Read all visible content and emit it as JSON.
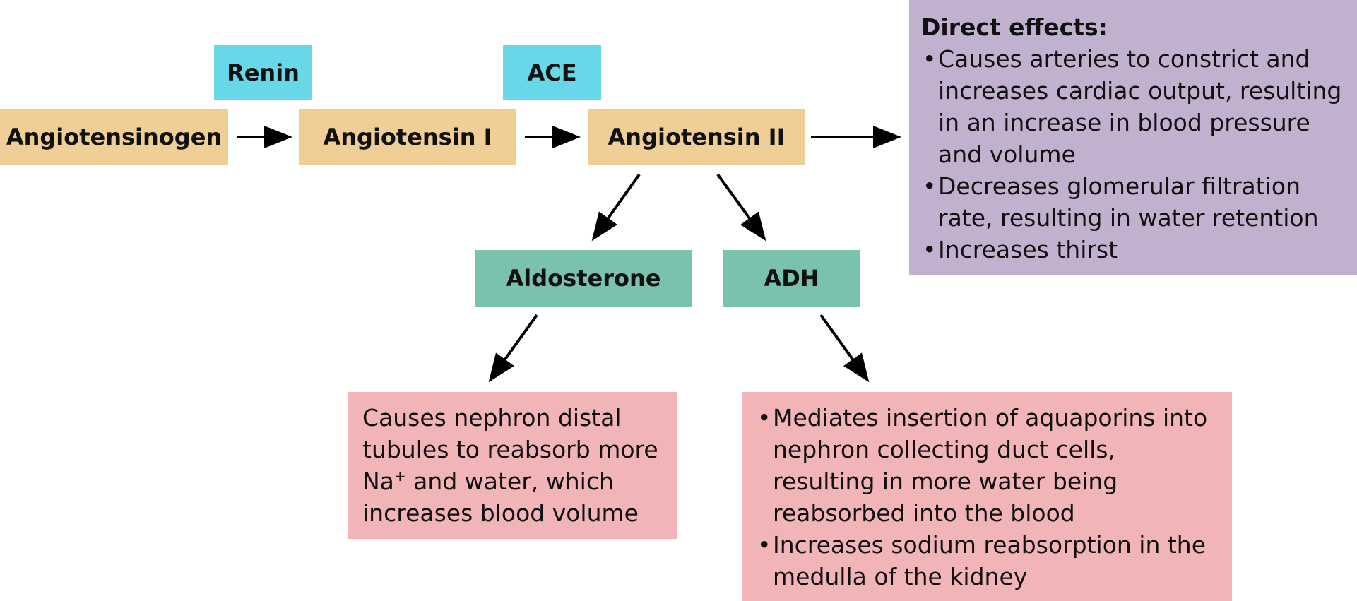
{
  "nodes": {
    "angiotensinogen": "Angiotensinogen",
    "angiotensin_1": "Angiotensin I",
    "angiotensin_2": "Angiotensin II",
    "renin": "Renin",
    "ace": "ACE",
    "aldosterone": "Aldosterone",
    "adh": "ADH"
  },
  "direct_effects": {
    "heading": "Direct effects:",
    "items": [
      "Causes arteries to constrict and increases cardiac output, resulting in an increase in blood pressure and volume",
      "Decreases glomerular filtration rate, resulting in water retention",
      "Increases thirst"
    ]
  },
  "aldosterone_effect": {
    "before": "Causes nephron distal tubules to reabsorb more Na",
    "superscript": "+",
    "after": " and water, which increases blood volume"
  },
  "adh_effects": {
    "items": [
      "Mediates insertion of aquaporins into nephron collecting duct cells, resulting in more water being reabsorbed into the blood",
      "Increases sodium reabsorption in the medulla of the kidney"
    ]
  },
  "colors": {
    "precursor": "#f0cf96",
    "enzyme": "#68d8e8",
    "hormone": "#7ac1ae",
    "direct_effects": "#c2b0cf",
    "effects": "#f1b5b7",
    "arrow": "#000000"
  }
}
